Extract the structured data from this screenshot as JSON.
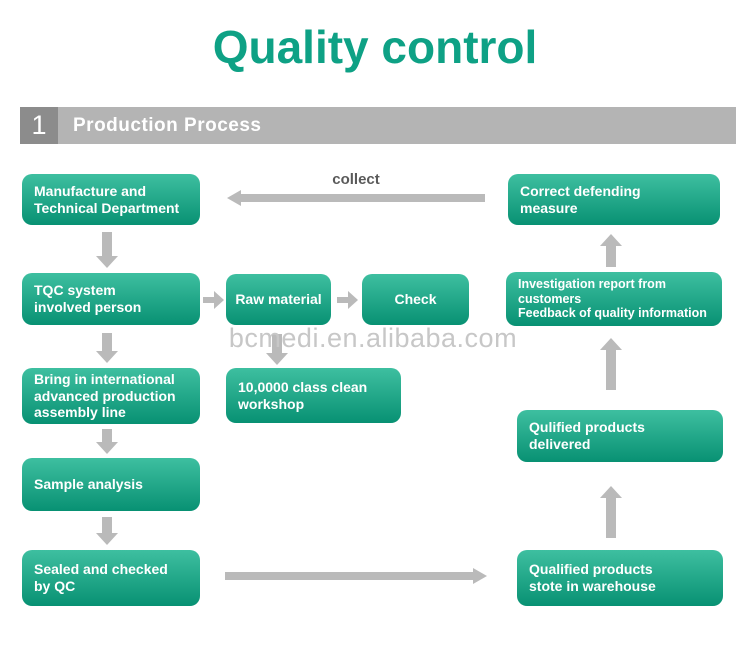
{
  "title": "Quality control",
  "section": {
    "number": "1",
    "label": "Production Process"
  },
  "watermark": "bcmedi.en.alibaba.com",
  "flow": {
    "collect_label": "collect",
    "nodes": {
      "manufacture": "Manufacture and\nTechnical Department",
      "tqc": "TQC system\ninvolved person",
      "assembly": "Bring in international\nadvanced production\nassembly line",
      "sample": "Sample analysis",
      "sealed": "Sealed and checked\nby QC",
      "raw": "Raw material",
      "check": "Check",
      "workshop": "10,0000 class clean\nworkshop",
      "correct": "Correct defending\nmeasure",
      "investigation": "Investigation report from customers\nFeedback of quality information",
      "qualified_delivered": "Qulified products\ndelivered",
      "warehouse": "Qualified products\nstote in warehouse"
    }
  },
  "colors": {
    "accent_teal": "#0ea185",
    "box_gradient_top": "#3ebfa0",
    "box_gradient_bottom": "#089173",
    "banner_bg": "#b4b4b4",
    "banner_number_bg": "#8c8c8c",
    "arrow_gray": "#bababa",
    "collect_text": "#5a5a5a",
    "watermark_gray": "#c7c7c7"
  }
}
